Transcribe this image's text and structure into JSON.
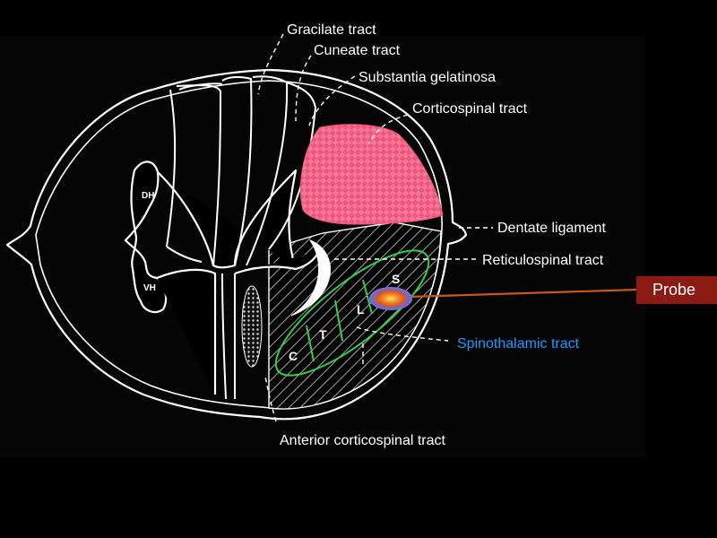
{
  "labels": {
    "gracilate": "Gracilate tract",
    "cuneate": "Cuneate tract",
    "substantia": "Substantia gelatinosa",
    "corticospinal": "Corticospinal tract",
    "dentate": "Dentate ligament",
    "reticulospinal": "Reticulospinal tract",
    "spinothalamic": "Spinothalamic tract",
    "anterior_corticospinal": "Anterior corticospinal tract",
    "probe": "Probe",
    "dh": "DH",
    "vh": "VH"
  },
  "segments": {
    "c": "C",
    "t": "T",
    "l": "L",
    "s": "S"
  },
  "colors": {
    "background": "#000000",
    "outline": "#ffffff",
    "corticospinal_fill": "#f0557a",
    "spinothalamic_outline": "#2fd14a",
    "spinothalamic_label": "#1e9bff",
    "probe_tag": "#8b1a13",
    "probe_line": "#c8581f"
  }
}
